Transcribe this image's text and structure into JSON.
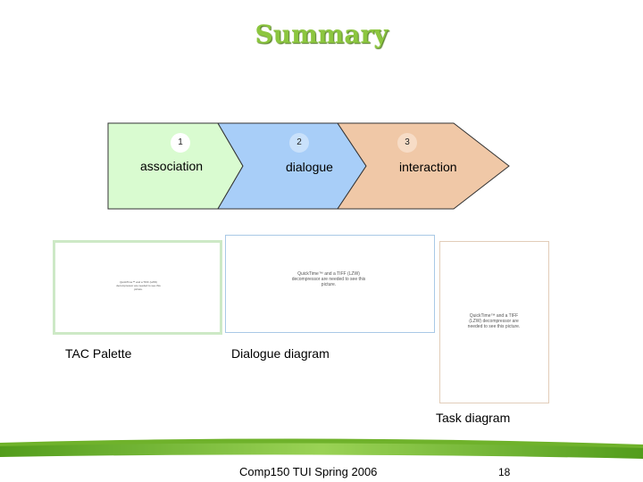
{
  "title": "Summary",
  "steps": [
    {
      "number": "1",
      "label": "association",
      "color": "#d9fbd0"
    },
    {
      "number": "2",
      "label": "dialogue",
      "color": "#a8cef8"
    },
    {
      "number": "3",
      "label": "interaction",
      "color": "#f0c8a7"
    }
  ],
  "panels": {
    "tac": {
      "caption": "TAC Palette",
      "placeholder": "QuickTime™ and a TIFF (LZW) decompressor are needed to see this picture."
    },
    "dialogue": {
      "caption": "Dialogue diagram",
      "placeholder": "QuickTime™ and a TIFF (LZW) decompressor are needed to see this picture."
    },
    "task": {
      "caption": "Task diagram",
      "placeholder": "QuickTime™ and a TIFF (LZW) decompressor are needed to see this picture."
    }
  },
  "footer": {
    "course": "Comp150 TUI Spring 2006",
    "page_number": "18"
  },
  "colors": {
    "title": "#8cc63f",
    "footer_green": "#6fb22b"
  }
}
